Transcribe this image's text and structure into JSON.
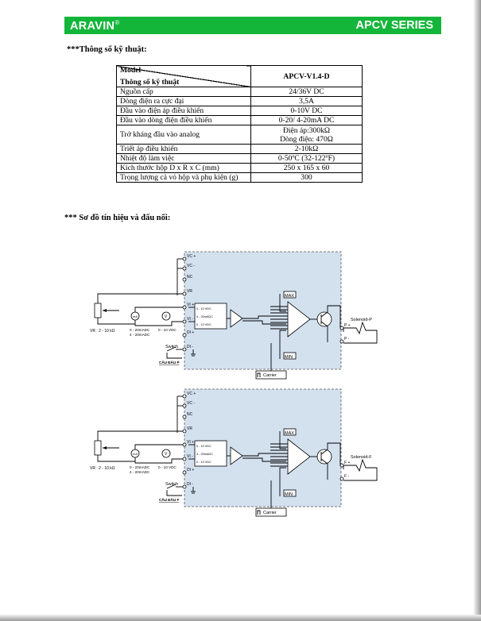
{
  "header": {
    "brand": "ARAVIN",
    "brand_mark": "®",
    "series": "APCV SERIES"
  },
  "colors": {
    "banner": "#14b63a",
    "panel": "#d3e1ef"
  },
  "section_spec": {
    "title": "***Thông số kỹ thuật:"
  },
  "spec_table": {
    "corner_top": "Model",
    "corner_bottom": "Thông số kỹ thuật",
    "model": "APCV-V1.4-D",
    "rows": [
      {
        "label": "Nguồn cấp",
        "value": "24/36V DC"
      },
      {
        "label": "Dòng điện ra cực đại",
        "value": "3,5A"
      },
      {
        "label": "Đầu vào điện áp điều khiển",
        "value": "0-10V DC"
      },
      {
        "label": "Đầu vào dòng điện điều khiển",
        "value": "0-20/ 4-20mA DC"
      },
      {
        "label": "Trở kháng đầu vào analog",
        "value": "Điện áp:300kΩ",
        "value2": "Dòng điện: 470Ω"
      },
      {
        "label": "Triết áp điều khiển",
        "value": "2-10kΩ"
      },
      {
        "label": "Nhiệt độ làm việc",
        "value": "0-50ºC (32-122ºF)"
      },
      {
        "label": "Kích thước hộp D x R x C (mm)",
        "value": "250 x 165 x 60"
      },
      {
        "label": "Trọng lượng cả vỏ hộp và phụ kiện (g)",
        "value": "300"
      }
    ]
  },
  "section_diagram": {
    "title": "*** Sơ đồ tín hiệu và đấu nối:"
  },
  "diagram": {
    "pins": [
      "VC +",
      "VC -",
      "NC",
      "VR",
      "VI +",
      "VI -",
      "DI +",
      "DI -"
    ],
    "input_ranges": [
      "0 - 10 VDC",
      "4 - 20mADC",
      "0 - 10 VDC"
    ],
    "source_current": [
      "0 - 20mADC",
      "4 - 20mADC"
    ],
    "source_voltage": "0 - 10 VDC",
    "meter_a": "mA",
    "meter_v": "V",
    "vr_range": "VR : 2 - 10 kΩ",
    "switch": "Switch",
    "max": "MAX",
    "min": "MIN",
    "carrier": "Carrier",
    "channels": [
      {
        "jumper": "CẦU ĐẤU P",
        "solenoid": "Solenoid-P",
        "out_plus": "P +",
        "out_minus": "P -"
      },
      {
        "jumper": "CẦU ĐẤU F",
        "solenoid": "Solenoid-F",
        "out_plus": "F +",
        "out_minus": "F -"
      }
    ]
  }
}
